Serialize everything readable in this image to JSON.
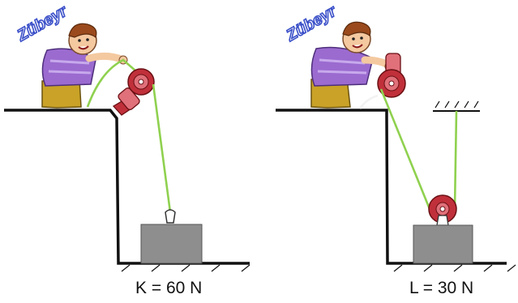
{
  "panels": [
    {
      "watermark": "Zübeyr",
      "load_label": "K = 60 N"
    },
    {
      "watermark": "Zübeyr",
      "load_label": "L = 30 N"
    }
  ],
  "colors": {
    "rope": "#8fd14f",
    "pulley": "#c0303a",
    "pulley_light": "#e0707a",
    "block": "#8e8e8e",
    "watermark": "#3a4fc8",
    "shirt": "#9b6bd0",
    "pants": "#c9a227",
    "hair": "#9a4a1c",
    "skin": "#f4c9a0"
  }
}
